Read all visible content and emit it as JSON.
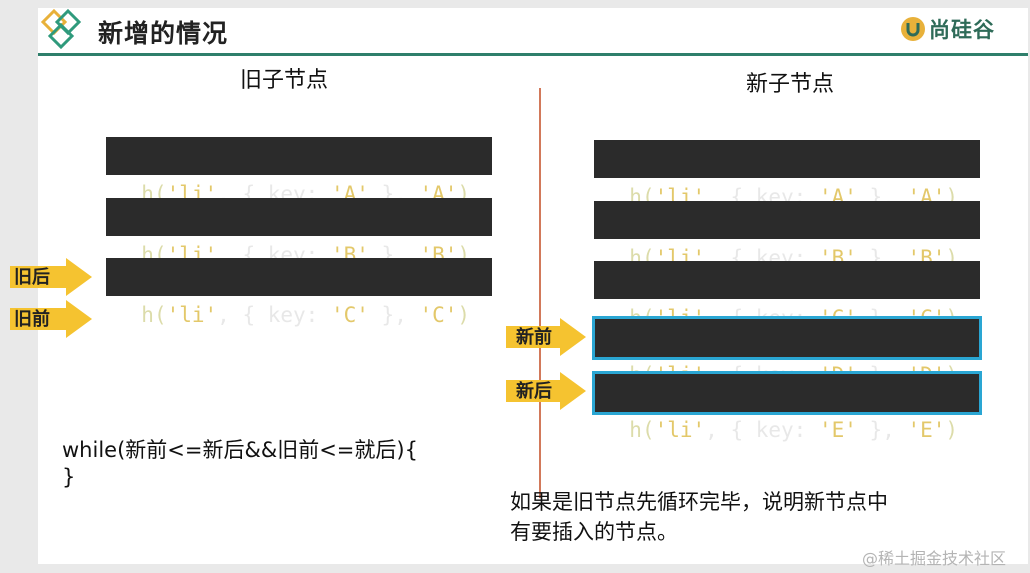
{
  "title": "新增的情况",
  "brand": "尚硅谷",
  "old_column_title": "旧子节点",
  "new_column_title": "新子节点",
  "old_nodes": [
    {
      "fn": "h(",
      "tag": "'li'",
      "mid": ", { key: ",
      "key": "'A'",
      "end": " }, ",
      "text": "'A'",
      "close": ")"
    },
    {
      "fn": "h(",
      "tag": "'li'",
      "mid": ", { key: ",
      "key": "'B'",
      "end": " }, ",
      "text": "'B'",
      "close": ")"
    },
    {
      "fn": "h(",
      "tag": "'li'",
      "mid": ", { key: ",
      "key": "'C'",
      "end": " }, ",
      "text": "'C'",
      "close": ")"
    }
  ],
  "new_nodes": [
    {
      "fn": "h(",
      "tag": "'li'",
      "mid": ", { key: ",
      "key": "'A'",
      "end": " }, ",
      "text": "'A'",
      "close": ")"
    },
    {
      "fn": "h(",
      "tag": "'li'",
      "mid": ", { key: ",
      "key": "'B'",
      "end": " }, ",
      "text": "'B'",
      "close": ")"
    },
    {
      "fn": "h(",
      "tag": "'li'",
      "mid": ", { key: ",
      "key": "'C'",
      "end": " }, ",
      "text": "'C'",
      "close": ")"
    },
    {
      "fn": "h(",
      "tag": "'li'",
      "mid": ", { key: ",
      "key": "'D'",
      "end": " }, ",
      "text": "'D'",
      "close": ")"
    },
    {
      "fn": "h(",
      "tag": "'li'",
      "mid": ", { key: ",
      "key": "'E'",
      "end": " }, ",
      "text": "'E'",
      "close": ")"
    }
  ],
  "pointers": {
    "old_end": "旧后",
    "old_start": "旧前",
    "new_start": "新前",
    "new_end": "新后"
  },
  "code": {
    "line1": "while(新前<=新后&&旧前<=就后){",
    "line2": "}"
  },
  "note": {
    "line1": "如果是旧节点先循环完毕，说明新节点中",
    "line2": "有要插入的节点。"
  },
  "watermark": "@稀土掘金技术社区",
  "colors": {
    "accent_green": "#2f7f6b",
    "arrow_fill": "#f5c330",
    "highlight_border": "#2aa6d3",
    "divider": "#d2795a"
  }
}
